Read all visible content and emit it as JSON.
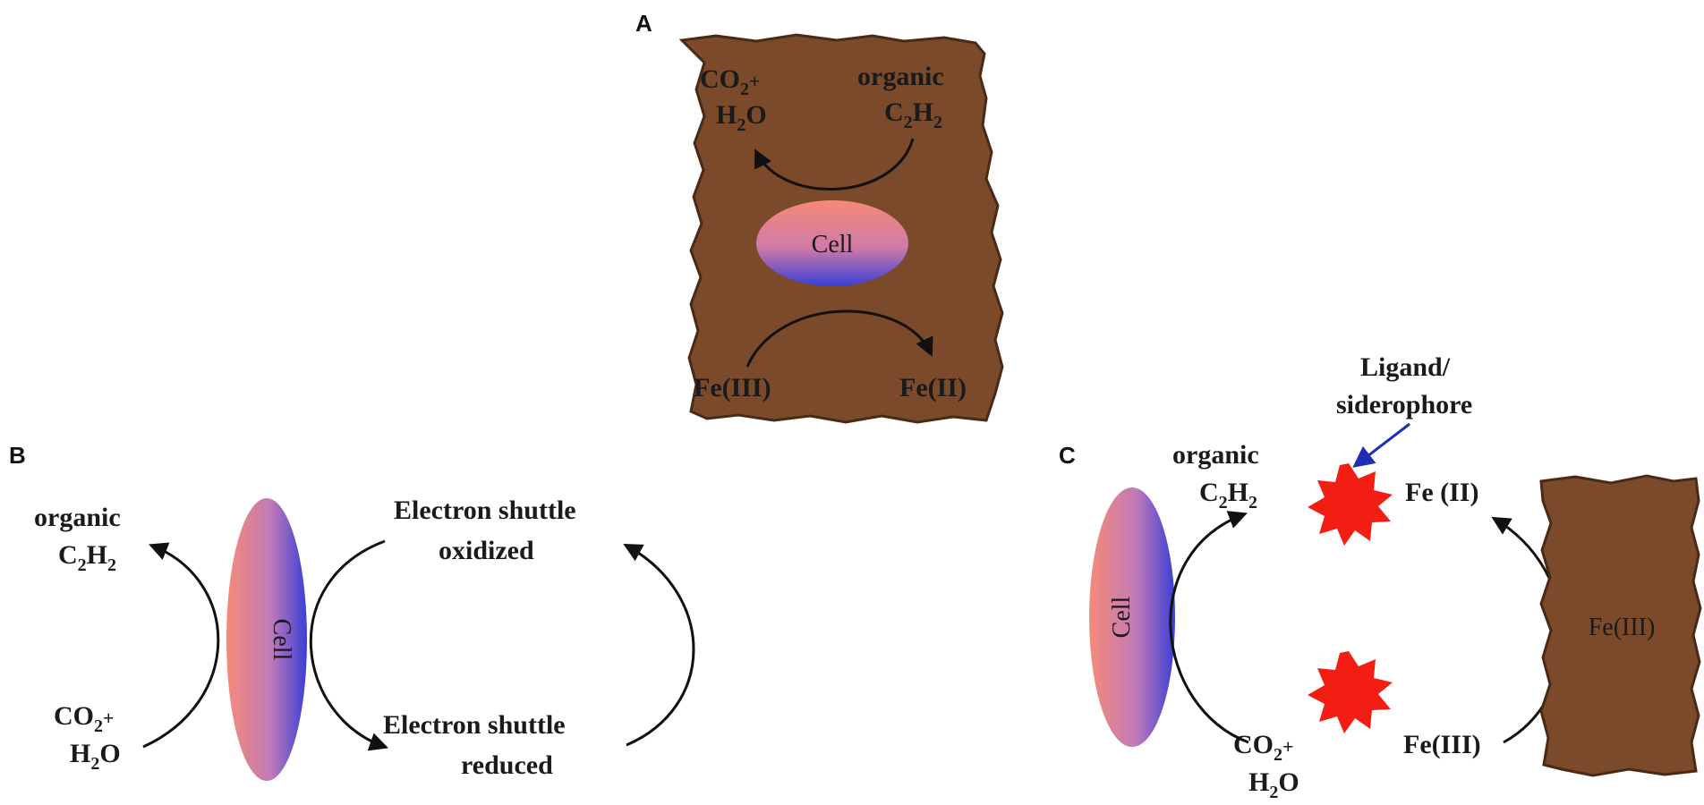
{
  "panels": {
    "a": {
      "letter": "A",
      "co2_line1": "CO",
      "co2_sub": "2",
      "co2_plus": "+",
      "h2o_h": "H",
      "h2o_sub": "2",
      "h2o_o": "O",
      "organic": "organic",
      "c2h2_c": "C",
      "c2h2_sub1": "2",
      "c2h2_h": "H",
      "c2h2_sub2": "2",
      "cell": "Cell",
      "fe3": "Fe(III)",
      "fe2": "Fe(II)"
    },
    "b": {
      "letter": "B",
      "organic": "organic",
      "c2h2_c": "C",
      "c2h2_sub1": "2",
      "c2h2_h": "H",
      "c2h2_sub2": "2",
      "co2_line1": "CO",
      "co2_sub": "2",
      "co2_plus": "+",
      "h2o_h": "H",
      "h2o_sub": "2",
      "h2o_o": "O",
      "cell": "Cell",
      "shuttle_ox_1": "Electron shuttle",
      "shuttle_ox_2": "oxidized",
      "shuttle_red_1": "Electron shuttle",
      "shuttle_red_2": "reduced"
    },
    "c": {
      "letter": "C",
      "ligand_1": "Ligand/",
      "ligand_2": "siderophore",
      "organic": "organic",
      "c2h2_c": "C",
      "c2h2_sub1": "2",
      "c2h2_h": "H",
      "c2h2_sub2": "2",
      "co2_line1": "CO",
      "co2_sub": "2",
      "co2_plus": "+",
      "h2o_h": "H",
      "h2o_sub": "2",
      "h2o_o": "O",
      "cell": "Cell",
      "fe2": "Fe (II)",
      "fe3_bottom": "Fe(III)",
      "fe3_block": "Fe(III)"
    }
  },
  "colors": {
    "mineral": "#7a4a2a",
    "mineral_edge": "#4a2a15",
    "cell_top": "#f58a78",
    "cell_bottom": "#3a3fd6",
    "siderophore": "#f21e14",
    "ligand_arrow": "#1f2fb5",
    "arrow": "#111111"
  },
  "icons": {
    "mineral": "iron-mineral-block",
    "cell": "bacterial-cell",
    "siderophore": "star-burst-icon"
  }
}
